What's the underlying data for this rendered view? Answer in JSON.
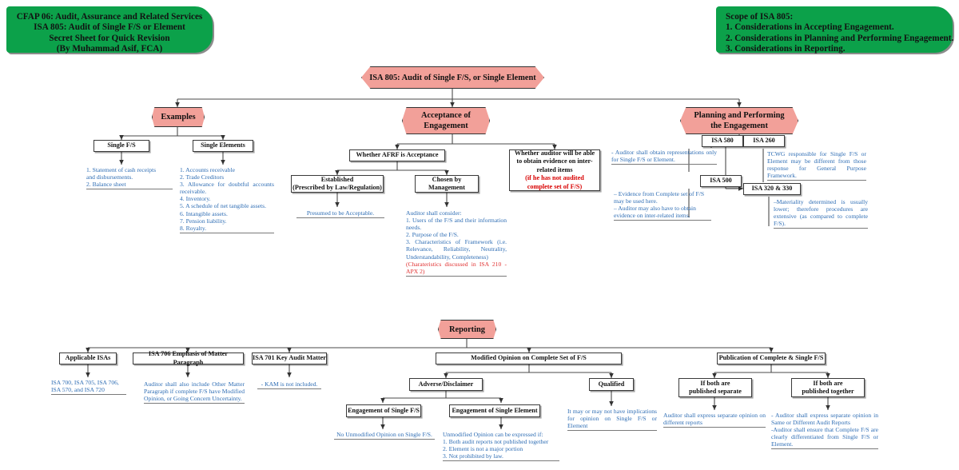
{
  "meta": {
    "colors": {
      "banner_green": "#0CA14A",
      "hexagon_pink": "#F2A099",
      "note_blue": "#2E6DB4",
      "alert_red": "#D80000",
      "box_border": "#3A3A3A"
    }
  },
  "banners": {
    "title": {
      "lines": [
        "CFAP 06: Audit, Assurance and Related Services",
        "ISA 805: Audit of Single F/S or Element",
        "Secret Sheet for Quick Revision",
        "(By Muhammad Asif, FCA)"
      ]
    },
    "scope": {
      "lines": [
        "Scope of ISA 805:",
        "1. Considerations in Accepting Engagement.",
        "2. Considerations in Planning and Performing Engagement.",
        "3. Considerations in Reporting."
      ]
    }
  },
  "nodes": {
    "root": "ISA 805: Audit of Single F/S, or Single Element",
    "examples": "Examples",
    "acceptance": {
      "l1": "Acceptance of",
      "l2": "Engagement"
    },
    "planning": {
      "l1": "Planning and Performing",
      "l2": "the Engagement"
    },
    "reporting": "Reporting",
    "single_fs": "Single F/S",
    "single_elements": "Single Elements",
    "whether_afrf": "Whether AFRF is Acceptance",
    "established": {
      "l1": "Established",
      "l2": "(Prescribed by Law/Regulation)"
    },
    "chosen_by_mgmt": {
      "l1": "Chosen by",
      "l2": "Management"
    },
    "whether_evidence": {
      "l1": "Whether auditor will be able",
      "l2": "to obtain evidence on inter-",
      "l3": "related items",
      "l4": "(if he has not audited",
      "l5": "complete set of F/S)"
    },
    "isa_580": "ISA 580",
    "isa_260": "ISA 260",
    "isa_500": "ISA 500",
    "isa_320_330": "ISA 320 & 330",
    "applicable_isas": "Applicable ISAs",
    "isa_706": "ISA 706 Emphasis of Matter Paragraph",
    "isa_701": "ISA 701 Key Audit Matter",
    "modified_opinion": "Modified Opinion on Complete Set of F/S",
    "publication": "Publication of Complete & Single F/S",
    "adverse_disclaimer": "Adverse/Disclaimer",
    "qualified": "Qualified",
    "eng_single_fs": "Engagement of Single F/S",
    "eng_single_element": "Engagement of Single Element",
    "both_separate": {
      "l1": "If both are",
      "l2": "published separate"
    },
    "both_together": {
      "l1": "If both are",
      "l2": "published together"
    }
  },
  "notes": {
    "single_fs_examples": [
      "1. Statement of cash receipts",
      "and disbursements.",
      "2. Balance sheet"
    ],
    "single_elements_examples": [
      "1. Accounts receivable",
      "2. Trade Creditors",
      "3. Allowance for doubtful accounts receivable.",
      "4. Inventory.",
      "5. A schedule of net tangible assets.",
      "6. Intangible assets.",
      "7. Pension liability.",
      "8. Royalty."
    ],
    "established_note": "Presumed to be Acceptable.",
    "chosen_note_lines": [
      "Auditor shall consider:",
      "1. Users of the F/S and their information needs.",
      "2. Purpose of the F/S.",
      "3. Characteristics of Framework (i.e. Relevance, Reliability, Neutrality, Understandability, Completeness)"
    ],
    "chosen_note_red": "(Charateristics discussed in ISA 210 - APX 2)",
    "isa_580_note": "-   Auditor shall obtain representations only for Single F/S or Element.",
    "isa_260_note": "TCWG responsible for Single F/S or Element may be different from those response for General Purpose Framework.",
    "isa_500_note_lines": [
      "– Evidence from Complete set of F/S may be used here.",
      "– Auditor may also have to obtain evidence on inter-related items."
    ],
    "isa_320_330_note": "–Materiality determined is usually lower; therefore procedures are extensive (as compared to complete F/S).",
    "applicable_isas_note": "ISA 700, ISA 705, ISA 706, ISA 570, and ISA 720",
    "isa_706_note": "Auditor shall also include Other Matter Paragraph if complete F/S have Modified Opinion, or Going Concern Uncertainty.",
    "isa_701_note": "- KAM is not included.",
    "eng_single_fs_note": "No Unmodified Opinion on Single F/S.",
    "eng_single_element_note_lines": [
      "Unmodified Opinion can be expressed if:",
      "1. Both audit reports not published together",
      "2. Element is not a major portion",
      "3. Not prohibited by law."
    ],
    "qualified_note": "It may or may not have implications for opinion on Single F/S or Element",
    "both_separate_note": "Auditor shall express separate opinion on different reports",
    "both_together_note_lines": [
      "- Auditor shall express separate opinion in Same or Different Audit Reports",
      "-Auditor shall ensure that Complete F/S are clearly differentiated from Single F/S or Element."
    ]
  }
}
